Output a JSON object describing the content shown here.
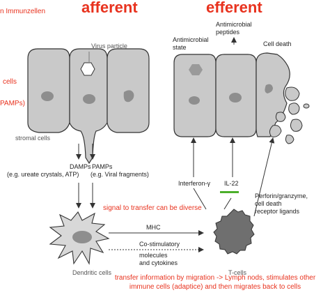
{
  "headings": {
    "afferent": "afferent",
    "efferent": "efferent"
  },
  "notes": {
    "immunzellen": "n Immunzellen",
    "cells": "cells",
    "pamps_partial": "PAMPs)",
    "signal": "signal to transfer can be diverse",
    "transfer_line1": "transfer information by migration -> Lymph nods, stimulates other",
    "transfer_line2": "immune cells (adaptice) and then migrates back to cells"
  },
  "labels": {
    "virus_particle": "Virus particle",
    "stromal_cells": "stromal cells",
    "damps": "DAMPs",
    "damps_examples": "(e.g. ureate crystals, ATP)",
    "pamps": "PAMPs",
    "pamps_examples": "(e.g. Viral fragments)",
    "antimicrobial_state_1": "Antimicrobial",
    "antimicrobial_state_2": "state",
    "antimicrobial_peptides_1": "Antimicrobial",
    "antimicrobial_peptides_2": "peptides",
    "cell_death": "Cell death",
    "interferon": "Interferon-γ",
    "il22": "IL-22",
    "perforin_1": "Perforin/granzyme,",
    "perforin_2": "cell death",
    "perforin_3": "receptor ligands",
    "mhc": "MHC",
    "costim_1": "Co-stimulatory",
    "costim_2": "molecules",
    "costim_3": "and cytokines",
    "dendritic_cells": "Dendritic cells",
    "t_cells": "T-cells"
  },
  "colors": {
    "accent_red": "#e8321e",
    "cell_fill": "#c9c9c9",
    "nucleus": "#8e8e8e",
    "outline": "#333333",
    "il22_bar": "#4caf2a"
  }
}
